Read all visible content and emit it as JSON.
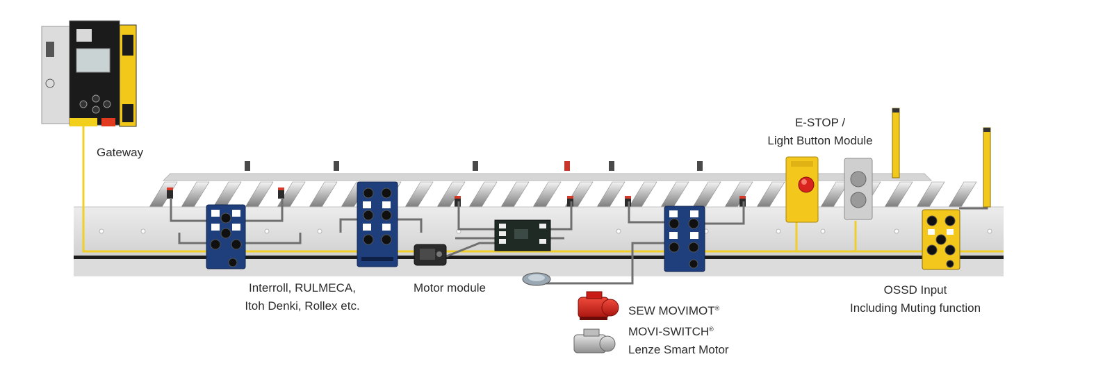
{
  "labels": {
    "gateway": "Gateway",
    "estop_line1": "E-STOP /",
    "estop_line2": "Light Button Module",
    "rollers_line1": "Interroll, RULMECA,",
    "rollers_line2": "Itoh Denki, Rollex etc.",
    "motor_module": "Motor module",
    "sew_movimot": "SEW MOVIMOT",
    "movi_switch": "MOVI-SWITCH",
    "lenze": "Lenze Smart Motor",
    "registered_mark": "®",
    "ossd_line1": "OSSD Input",
    "ossd_line2": "Including Muting function"
  },
  "colors": {
    "bus_cable": "#f0cf2a",
    "io_module_blue": "#1e3f7c",
    "safety_yellow": "#f4c71c",
    "motor_red": "#d8231e",
    "frame_gray": "#d9d9d9",
    "cable_gray": "#6f6f6f"
  },
  "icons": [
    "gateway-device-icon",
    "io-module-icon",
    "estop-button-icon",
    "light-button-module-icon",
    "safety-light-curtain-icon",
    "motor-module-icon",
    "sew-motor-icon",
    "lenze-motor-icon",
    "fan-icon",
    "roller-sensor-icon"
  ]
}
